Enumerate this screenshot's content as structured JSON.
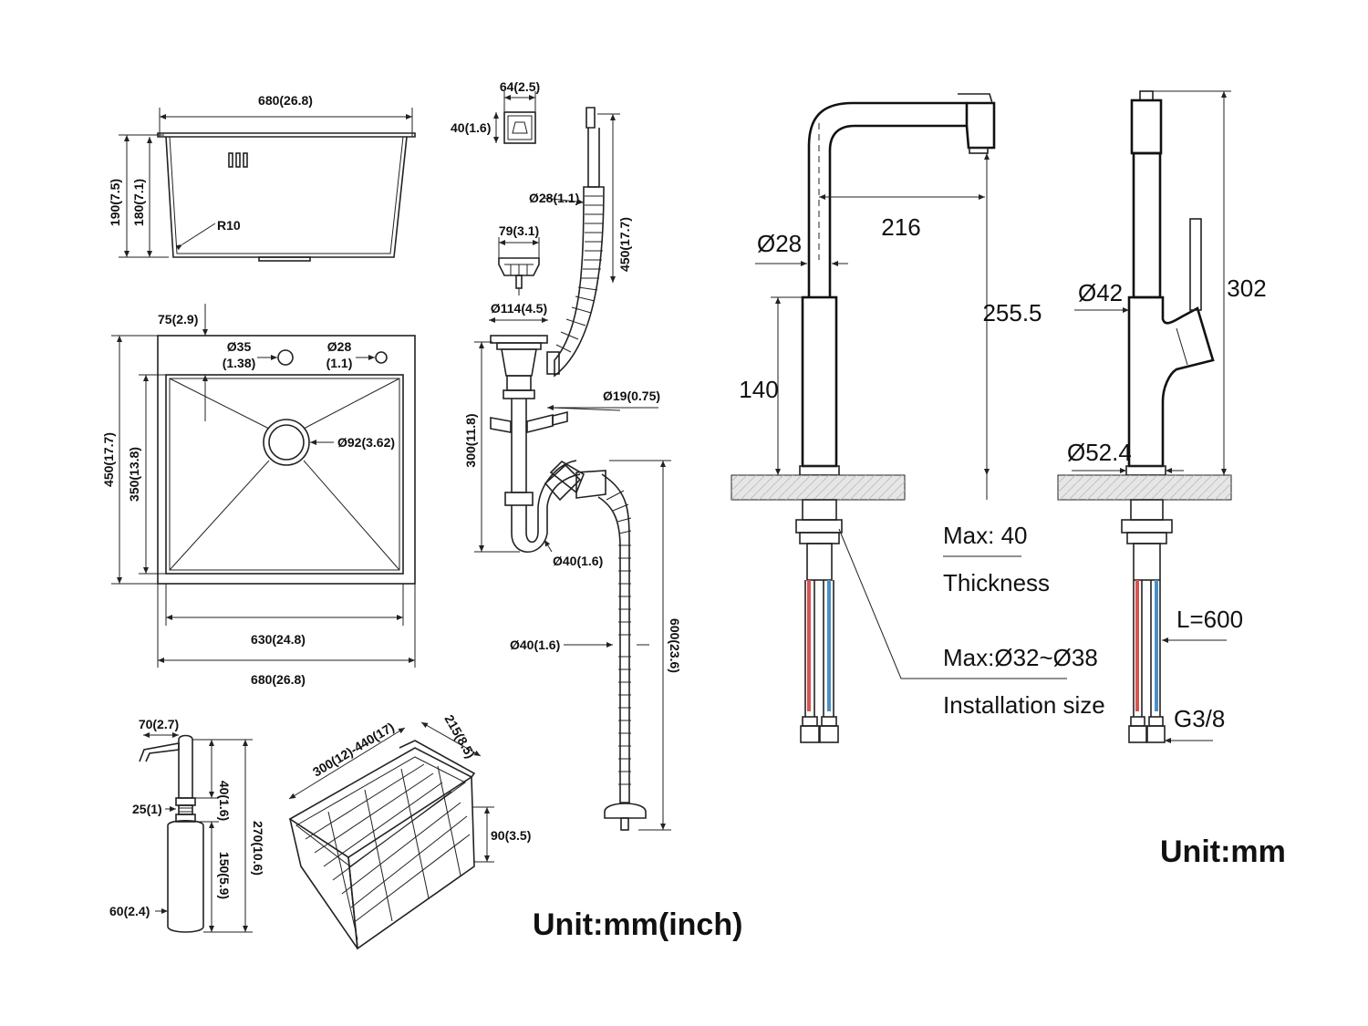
{
  "sink": {
    "top_width": "680(26.8)",
    "height_outer": "190(7.5)",
    "height_inner": "180(7.1)",
    "radius": "R10",
    "offset_top": "75(2.9)",
    "hole_1_dia": "Ø35",
    "hole_1_inch": "(1.38)",
    "hole_2_dia": "Ø28",
    "hole_2_inch": "(1.1)",
    "outer_depth": "450(17.7)",
    "inner_depth": "350(13.8)",
    "drain_dia": "Ø92(3.62)",
    "inner_width": "630(24.8)",
    "outer_width": "680(26.8)"
  },
  "drain": {
    "cap_width": "64(2.5)",
    "cap_height": "40(1.6)",
    "hose_dia": "Ø28(1.1)",
    "hose_length": "450(17.7)",
    "strainer_dia": "79(3.1)",
    "basket_dia": "Ø114(4.5)",
    "inlet_dia": "Ø19(0.75)",
    "trap_height": "300(11.8)",
    "trap_dia": "Ø40(1.6)",
    "pipe_dia": "Ø40(1.6)",
    "pipe_length": "600(23.6)"
  },
  "soap": {
    "spout": "70(2.7)",
    "pump_height": "40(1.6)",
    "neck": "25(1)",
    "bottle_height": "150(5.9)",
    "total_height": "270(10.6)",
    "bottle_dia": "60(2.4)"
  },
  "basket": {
    "length": "300(12)-440(17)",
    "width": "215(8.5)",
    "height": "90(3.5)"
  },
  "unit_inch": "Unit:mm(inch)",
  "faucet": {
    "dia_28": "Ø28",
    "reach": "216",
    "height_255": "255.5",
    "height_140": "140",
    "max_thickness": "Max: 40",
    "thickness_label": "Thickness",
    "max_install": "Max:Ø32~Ø38",
    "install_label": "Installation size",
    "dia_42": "Ø42",
    "total_height": "302",
    "dia_base": "Ø52.4",
    "hose_length": "L=600",
    "thread": "G3/8"
  },
  "unit_mm": "Unit:mm"
}
